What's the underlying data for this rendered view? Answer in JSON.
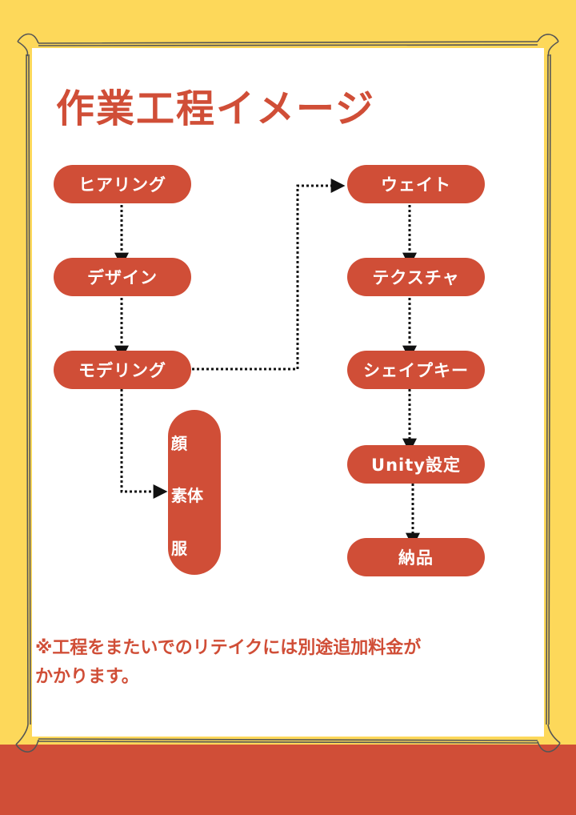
{
  "title": "作業工程イメージ",
  "left_column": [
    "ヒアリング",
    "デザイン",
    "モデリング"
  ],
  "modeling_parts": [
    "顔",
    "素体",
    "服"
  ],
  "right_column": [
    "ウェイト",
    "テクスチャ",
    "シェイプキー",
    "Unity設定",
    "納品"
  ],
  "note": {
    "line1": "※工程をまたいでのリテイクには別途追加料金が",
    "line2": "かかります。"
  },
  "colors": {
    "background": "#fdd85a",
    "accent": "#d04e37",
    "card": "#ffffff",
    "connector": "#111111"
  }
}
